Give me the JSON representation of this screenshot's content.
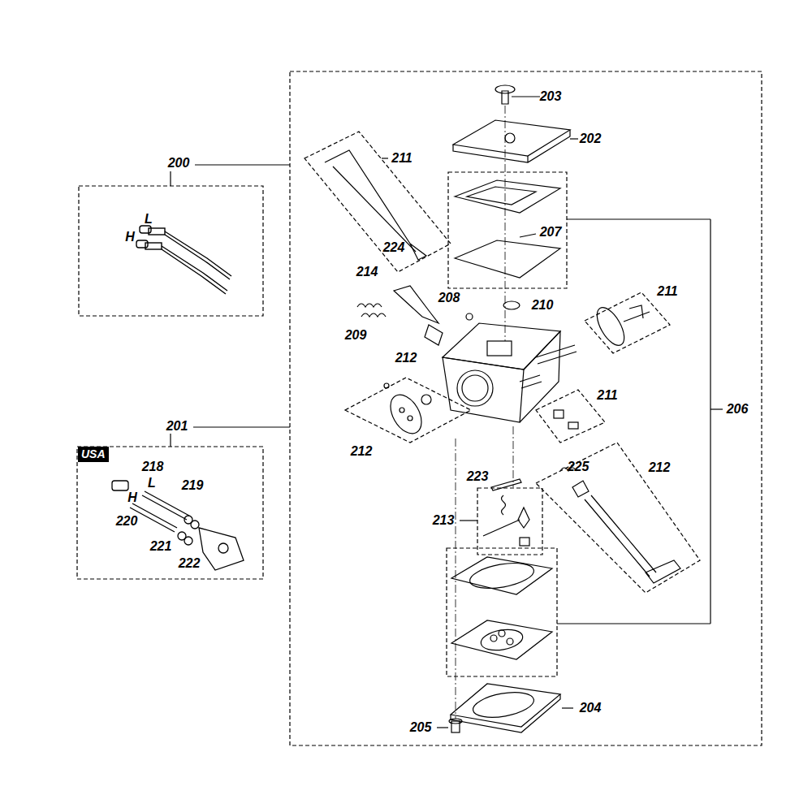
{
  "diagram": {
    "nodes": [
      {
        "text": [
          "USA"
        ]
      }
    ],
    "labels": [
      "200",
      "L",
      "H",
      "203",
      "202",
      "211",
      "224",
      "207",
      "214",
      "208",
      "210",
      "211",
      "209",
      "212",
      "206",
      "211",
      "201",
      "218",
      "L",
      "219",
      "H",
      "220",
      "221",
      "222",
      "212",
      "212",
      "223",
      "225",
      "213",
      "204",
      "205"
    ]
  }
}
